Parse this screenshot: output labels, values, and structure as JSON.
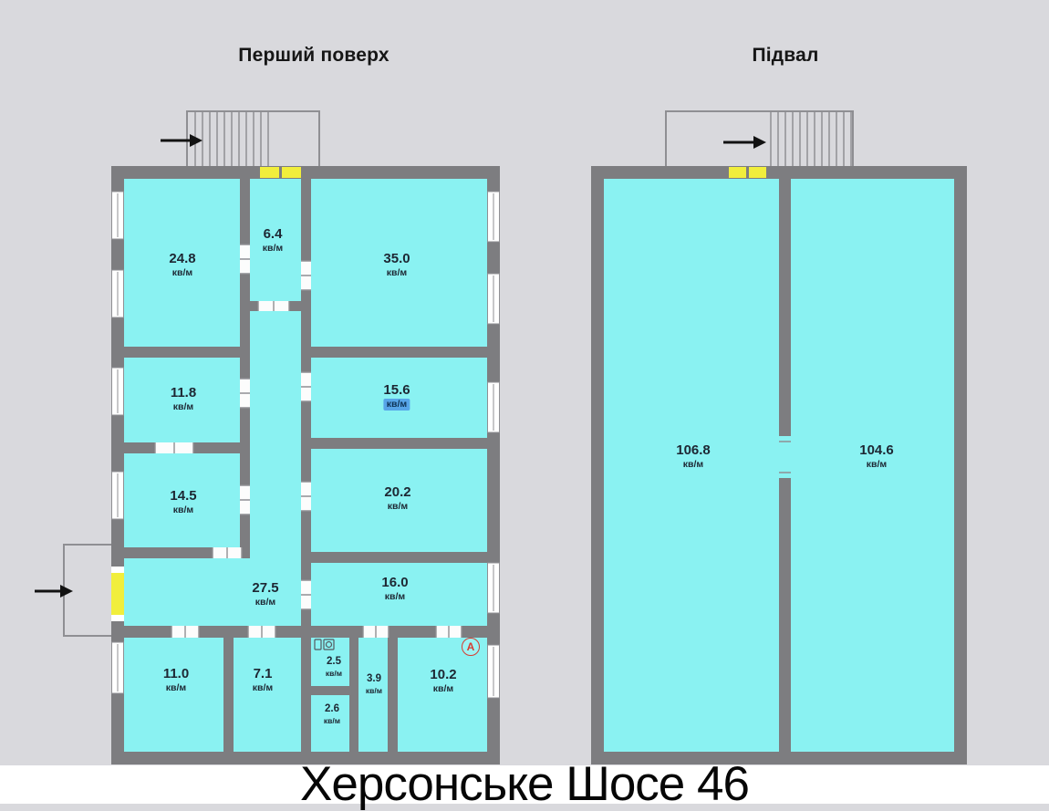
{
  "titles": {
    "left_plan": "Перший поверх",
    "right_plan": "Підвал",
    "address": "Херсонське Шосе 46"
  },
  "first_floor": {
    "r24_8": {
      "area": "24.8",
      "unit": "кв/м"
    },
    "r6_4": {
      "area": "6.4",
      "unit": "кв/м"
    },
    "r35_0": {
      "area": "35.0",
      "unit": "кв/м"
    },
    "r11_8": {
      "area": "11.8",
      "unit": "кв/м"
    },
    "r15_6": {
      "area": "15.6",
      "unit": "кв/м"
    },
    "r14_5": {
      "area": "14.5",
      "unit": "кв/м"
    },
    "r20_2": {
      "area": "20.2",
      "unit": "кв/м"
    },
    "r27_5": {
      "area": "27.5",
      "unit": "кв/м"
    },
    "r16_0": {
      "area": "16.0",
      "unit": "кв/м"
    },
    "r11_0": {
      "area": "11.0",
      "unit": "кв/м"
    },
    "r7_1": {
      "area": "7.1",
      "unit": "кв/м"
    },
    "r2_5": {
      "area": "2.5",
      "unit": "кв/м"
    },
    "r3_9": {
      "area": "3.9",
      "unit": "кв/м"
    },
    "r2_6": {
      "area": "2.6",
      "unit": "кв/м"
    },
    "r10_2": {
      "area": "10.2",
      "unit": "кв/м"
    },
    "marker_a": "А"
  },
  "basement": {
    "r106_8": {
      "area": "106.8",
      "unit": "кв/м"
    },
    "r104_6": {
      "area": "104.6",
      "unit": "кв/м"
    }
  },
  "icons": {
    "entrance_arrow": "arrow-right-icon",
    "wc": "wc-icon"
  },
  "colors": {
    "background": "#d9d9dd",
    "wall": "#7d7d80",
    "room_fill": "#8af2f2",
    "door_yellow": "#f1ee3c",
    "marker_red": "#d63c31",
    "highlight_blue": "#57a5e8",
    "address_bg": "#ffffff",
    "label_text": "#1d2733"
  }
}
